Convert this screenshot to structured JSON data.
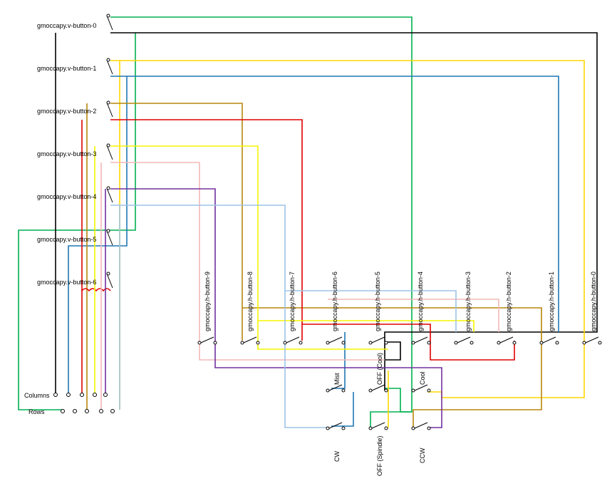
{
  "v_buttons": [
    "gmoccapy.v-button-0",
    "gmoccapy.v-button-1",
    "gmoccapy.v-button-2",
    "gmoccapy.v-button-3",
    "gmoccapy.v-button-4",
    "gmoccapy.v-button-5",
    "gmoccapy.v-button-6"
  ],
  "h_buttons": [
    "gmoccapy.h-button-9",
    "gmoccapy.h-button-8",
    "gmoccapy.h-button-7",
    "gmoccapy.h-button-6",
    "gmoccapy.h-button-5",
    "gmoccapy.h-button-4",
    "gmoccapy.h-button-3",
    "gmoccapy.h-button-2",
    "gmoccapy.h-button-1",
    "gmoccapy.h-button-0"
  ],
  "coolant_switches": [
    "Mist",
    "OFF (Cool)",
    "Cool"
  ],
  "spindle_switches": [
    "CW",
    "OFF (Spindle)",
    "CCW"
  ],
  "connectors": {
    "columns": "Columns",
    "rows": "Rows"
  },
  "colors": {
    "green": "#00b050",
    "black": "#000000",
    "yellow": "#ffd700",
    "blue": "#1f77b4",
    "goldenrod": "#b8860b",
    "red": "#e00000",
    "brightyellow": "#f5f500",
    "pink": "#f4b8b8",
    "purple": "#7030a0",
    "lightblue": "#9dc3e6"
  }
}
